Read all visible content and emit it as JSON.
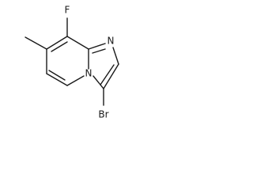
{
  "molecule": {
    "atoms": {
      "fluorine": "F",
      "imidazole_nitrogen": "N",
      "bridgehead_nitrogen": "N",
      "bromine": "Br"
    }
  },
  "colors": {
    "bond": "#1a1a1a",
    "label": "#1a1a1a",
    "background": "#ffffff"
  }
}
